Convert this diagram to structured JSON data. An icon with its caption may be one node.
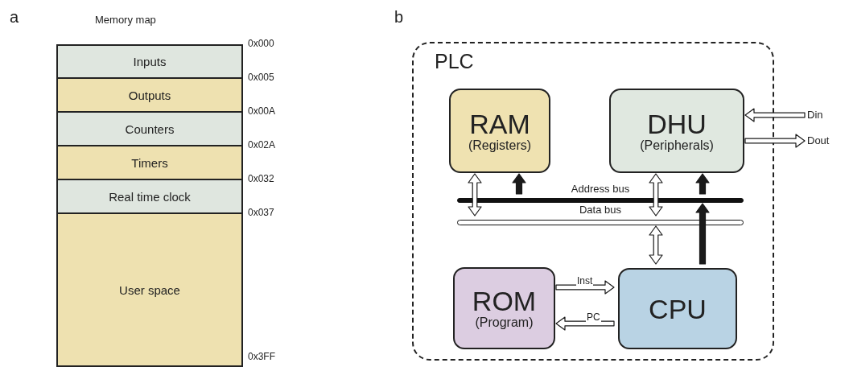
{
  "diagram": {
    "nodes": [
      {
        "text": [
          "Inputs"
        ]
      },
      {
        "text": [
          "Outputs"
        ]
      },
      {
        "text": [
          "Counters"
        ]
      },
      {
        "text": [
          "Timers"
        ]
      },
      {
        "text": [
          "Real time clock"
        ]
      },
      {
        "text": [
          "User space"
        ]
      },
      {
        "text": [
          "PLC"
        ]
      },
      {
        "text": [
          "RAM",
          "(Registers)"
        ],
        "in": 6
      },
      {
        "text": [
          "DHU",
          "(Peripherals)"
        ],
        "in": 6
      },
      {
        "text": [
          "ROM",
          "(Program)"
        ],
        "in": 6
      },
      {
        "text": [
          "CPU"
        ],
        "in": 6
      },
      {
        "text": [
          "Address bus"
        ],
        "in": 6
      },
      {
        "text": [
          "Data bus"
        ],
        "in": 6
      },
      {
        "text": [
          "Din"
        ]
      },
      {
        "text": [
          "Dout"
        ]
      }
    ],
    "edges": [
      {
        "from": 7,
        "to": 12,
        "arrow": "both"
      },
      {
        "from": 11,
        "to": 7,
        "arrow": "to",
        "style": "thick"
      },
      {
        "from": 8,
        "to": 12,
        "arrow": "both"
      },
      {
        "from": 11,
        "to": 8,
        "arrow": "to",
        "style": "thick"
      },
      {
        "from": 10,
        "to": 11,
        "arrow": "to",
        "style": "thick"
      },
      {
        "from": 10,
        "to": 12,
        "arrow": "both"
      },
      {
        "from": 9,
        "to": 10,
        "arrow": "to",
        "label": "Inst"
      },
      {
        "from": 10,
        "to": 9,
        "arrow": "to",
        "label": "PC"
      },
      {
        "from": 13,
        "to": 8,
        "arrow": "to"
      },
      {
        "from": 8,
        "to": 14,
        "arrow": "to"
      }
    ],
    "labels": [
      "a",
      "Memory map",
      "0x000",
      "0x005",
      "0x00A",
      "0x02A",
      "0x032",
      "0x037",
      "0x3FF",
      "b"
    ]
  }
}
